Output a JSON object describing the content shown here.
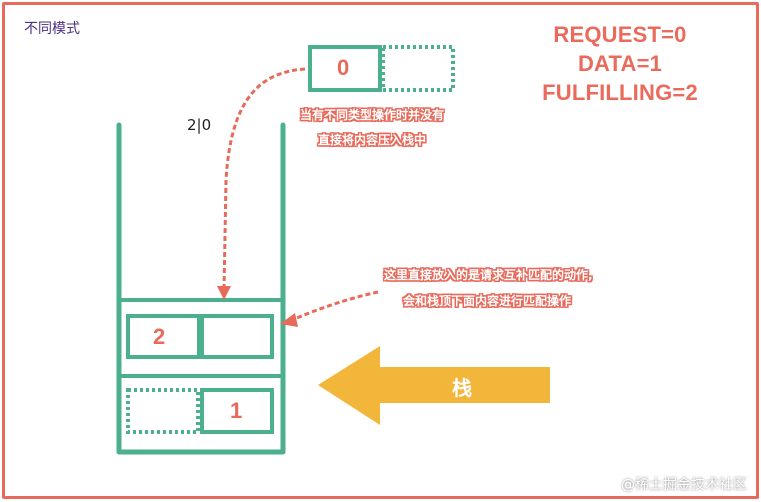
{
  "mode_label": "不同模式",
  "legend": [
    "REQUEST=0",
    "DATA=1",
    "FULFILLING=2"
  ],
  "top_node_value": "0",
  "stack_top_value": "2|0",
  "note_top": [
    "当有不同类型操作时并没有",
    "直接将内容压入栈中"
  ],
  "note_right": [
    "这里直接放入的是请求互补匹配的动作,",
    "会和栈顶下面内容进行匹配操作"
  ],
  "stack_nodes": [
    {
      "left_value": "2",
      "right_value": ""
    },
    {
      "left_value": "",
      "right_value": "1"
    }
  ],
  "arrow_label": "栈",
  "watermark": "@稀土掘金技术社区",
  "colors": {
    "frame": "#e86a5b",
    "stack": "#4caf8e",
    "arrow": "#f2b63a",
    "dashed_line": "#e86a5b",
    "text_accent": "#4a2f82"
  }
}
